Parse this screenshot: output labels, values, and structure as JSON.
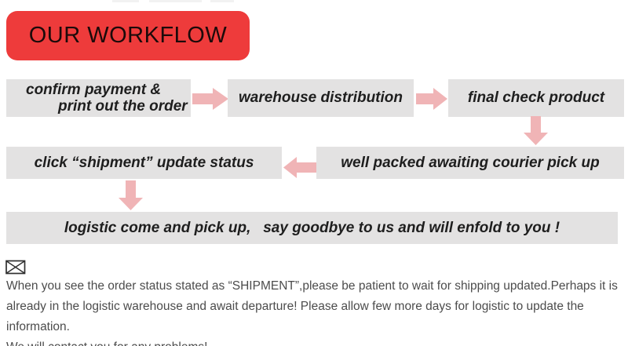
{
  "title_banner": {
    "label": "OUR WORKFLOW"
  },
  "workflow": {
    "step1": {
      "line1": "confirm payment &",
      "line2": "print out the order"
    },
    "step2": {
      "label": "warehouse distribution"
    },
    "step3": {
      "label": "final check product"
    },
    "step4": {
      "label": "well packed awaiting courier pick up"
    },
    "step5": {
      "label": "click “shipment” update status"
    },
    "step6": {
      "label": "logistic come and pick up,   say goodbye to us and will enfold to you !"
    }
  },
  "note": {
    "icon": "envelope-icon",
    "line1": "When you see the order status stated as “SHIPMENT”,please be patient to wait for shipping updated.Perhaps it is",
    "line2": "already in the logistic warehouse and await departure! Please allow few more days for logistic to update the information.",
    "line3": "We will contact you for any problems!"
  },
  "colors": {
    "banner_red": "#ee3b3b",
    "box_gray": "#e3e2e2",
    "arrow_pink": "#f0b4b6",
    "box_text": "#1e1e1e",
    "note_text": "#4c4c4c"
  }
}
